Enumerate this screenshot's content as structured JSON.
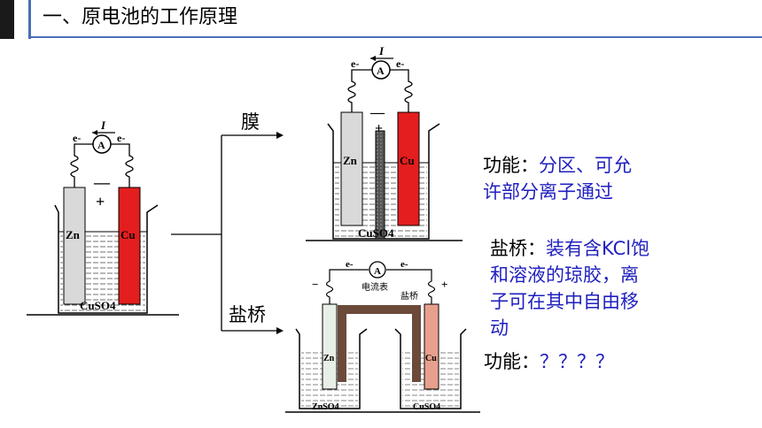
{
  "header": {
    "title": "一、原电池的工作原理"
  },
  "left_cell": {
    "current_label": "I",
    "ammeter": "A",
    "electron_left": "e-",
    "electron_right": "e-",
    "minus_sign": "—",
    "plus_sign": "+",
    "left_electrode": "Zn",
    "right_electrode": "Cu",
    "solution": "CuSO4"
  },
  "branch_labels": {
    "membrane": "膜",
    "salt_bridge": "盐桥"
  },
  "membrane_cell": {
    "current_label": "I",
    "ammeter": "A",
    "electron_left": "e-",
    "electron_right": "e-",
    "minus_sign": "—",
    "plus_sign": "+",
    "left_electrode": "Zn",
    "right_electrode": "Cu",
    "solution": "CuSO4"
  },
  "salt_bridge_cell": {
    "ammeter": "A",
    "electron_left": "e-",
    "electron_right": "e-",
    "meter_label": "电流表",
    "bridge_label": "盐桥",
    "minus_sign": "−",
    "plus_sign": "+",
    "left_electrode": "Zn",
    "right_electrode": "Cu",
    "left_solution": "ZnSO4",
    "right_solution": "CuSO4"
  },
  "membrane_function": {
    "label": "功能：",
    "text_line1": "分区、可允",
    "text_line2": "许部分离子通过"
  },
  "salt_bridge_desc": {
    "label": "盐桥：",
    "line1": "装有含KCl饱",
    "line2": "和溶液的琼胶，离",
    "line3": "子可在其中自由移",
    "line4": "动"
  },
  "salt_bridge_function": {
    "label": "功能：",
    "text": "？？？？"
  },
  "colors": {
    "accent": "#4a6fb5",
    "copper": "#e41e1e",
    "zinc": "#d9d9d9",
    "desc_blue": "#1f1fbf",
    "bridge": "#6b4a3a"
  }
}
